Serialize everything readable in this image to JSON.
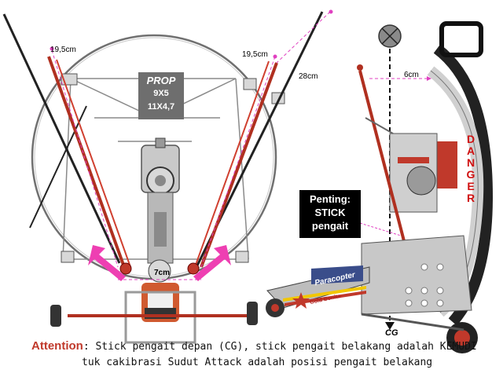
{
  "measurements": {
    "left_top": "19,5cm",
    "right_top": "19,5cm",
    "diagonal": "28cm",
    "bottom_center": "7cm",
    "side_top": "6cm"
  },
  "prop_box": {
    "title": "PROP",
    "size1": "9X5",
    "size2": "11X4,7"
  },
  "note_box": {
    "line1": "Penting:",
    "line2": "STICK",
    "line3": "pengait"
  },
  "side_label": {
    "danger": "DANGER",
    "cg": "CG"
  },
  "brand": {
    "name": "Paracopter",
    "sub": "Gold Bonita"
  },
  "caption": {
    "attention": "Attention",
    "line1_rest": ": Stick pengait depan (CG), stick pengait belakang adalah KEMUDI",
    "line2": "tuk cakibrasi Sudut Attack adalah posisi pengait belakang"
  },
  "colors": {
    "frame": "#b8bcc0",
    "stick": "#c0392b",
    "arrow": "#ee3fb2",
    "guide": "#e040c0"
  }
}
